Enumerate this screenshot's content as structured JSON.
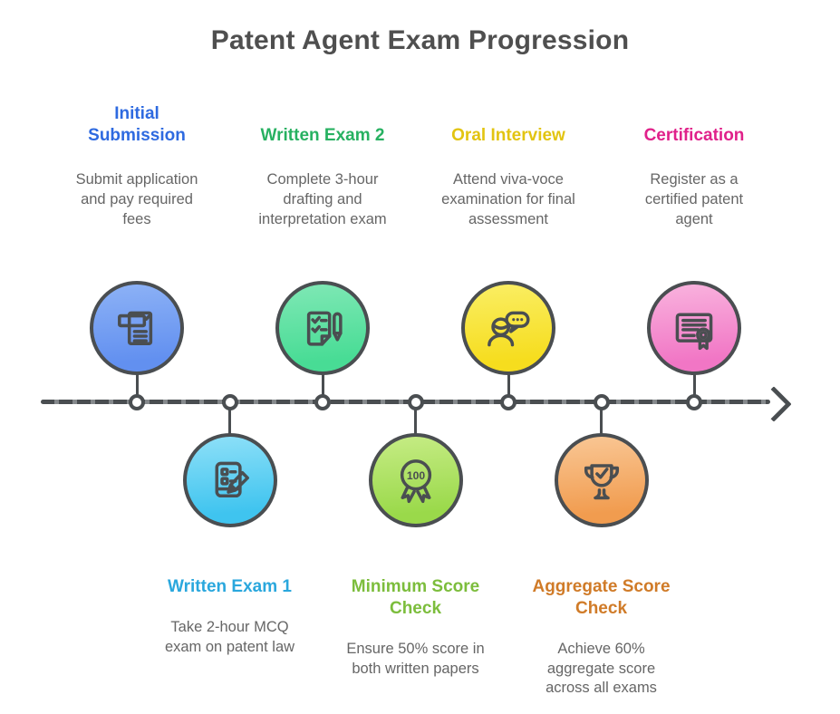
{
  "title": "Patent Agent Exam Progression",
  "theme": {
    "background": "#ffffff",
    "title_color": "#4f4f4f",
    "description_color": "#666666",
    "outline_color": "#4a4e51",
    "axis_dash_gap_color": "#85898c",
    "node_fill": "#ffffff"
  },
  "timeline": {
    "direction": "left-to-right",
    "milestones": [
      {
        "label": "Initial\nSubmission",
        "description": "Submit application\nand pay required\nfees",
        "side": "top",
        "label_color": "#2e6ae0",
        "circle_light": "#8db2f6",
        "circle_dark": "#6290f0",
        "icon": "application-form-icon"
      },
      {
        "label": "Written Exam 1",
        "description": "Take 2-hour MCQ\nexam on patent law",
        "side": "bottom",
        "label_color": "#2aa7dd",
        "circle_light": "#8ee0f8",
        "circle_dark": "#3fc4ef",
        "icon": "mcq-pencil-icon"
      },
      {
        "label": "Written Exam 2",
        "description": "Complete 3-hour\ndrafting and\ninterpretation exam",
        "side": "top",
        "label_color": "#27b161",
        "circle_light": "#7fe8b5",
        "circle_dark": "#48dc95",
        "icon": "checklist-pen-icon"
      },
      {
        "label": "Minimum Score\nCheck",
        "description": "Ensure 50% score in\nboth written papers",
        "side": "bottom",
        "label_color": "#7cbd3c",
        "circle_light": "#c6ec85",
        "circle_dark": "#9ad94a",
        "icon": "medal-score-icon",
        "badge_text": "100"
      },
      {
        "label": "Oral Interview",
        "description": "Attend viva-voce\nexamination for final\nassessment",
        "side": "top",
        "label_color": "#e2c411",
        "circle_light": "#faee64",
        "circle_dark": "#f6dd1e",
        "icon": "interview-speech-icon"
      },
      {
        "label": "Aggregate Score\nCheck",
        "description": "Achieve 60%\naggregate score\nacross all exams",
        "side": "bottom",
        "label_color": "#d07b28",
        "circle_light": "#f9c795",
        "circle_dark": "#f19c4f",
        "icon": "trophy-check-icon"
      },
      {
        "label": "Certification",
        "description": "Register as a\ncertified patent\nagent",
        "side": "top",
        "label_color": "#e0218a",
        "circle_light": "#f9b3de",
        "circle_dark": "#f176c5",
        "icon": "certificate-icon"
      }
    ]
  }
}
